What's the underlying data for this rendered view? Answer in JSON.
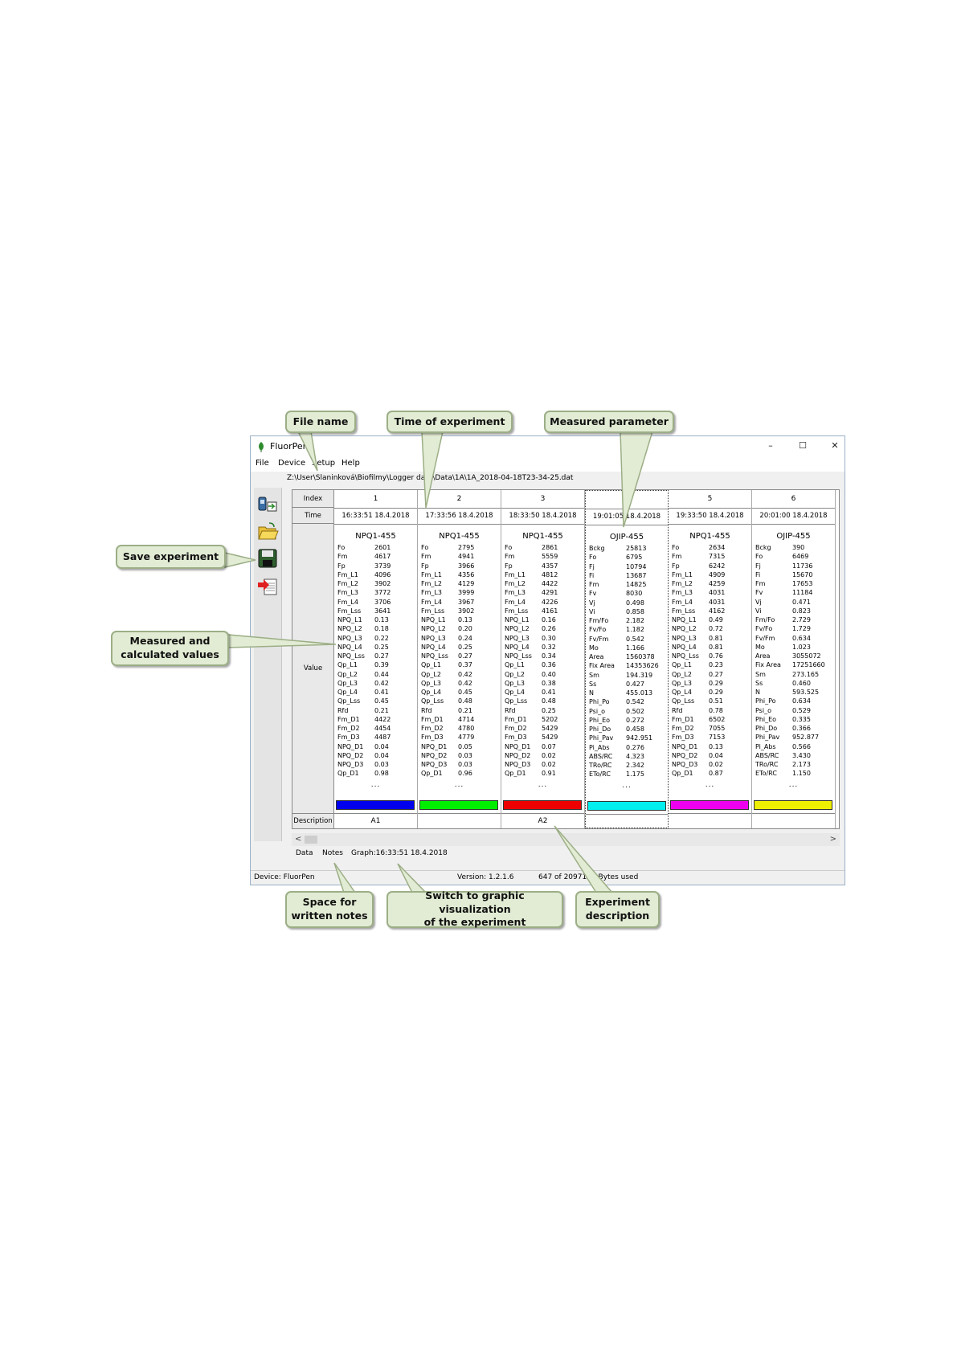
{
  "window": {
    "title": "FluorPen",
    "controls": {
      "minimize": "–",
      "maximize": "☐",
      "close": "✕"
    },
    "menu": [
      "File",
      "Device",
      "Setup",
      "Help"
    ],
    "file_path": "Z:\\User\\Slaninková\\Biofilmy\\Logger data\\Data\\1A\\1A_2018-04-18T23-34-25.dat"
  },
  "toolbar": {
    "icons": [
      "download-device-icon",
      "open-folder-icon",
      "save-disk-icon",
      "export-icon"
    ]
  },
  "grid": {
    "row_headers": {
      "index": "Index",
      "time": "Time",
      "value": "Value",
      "description": "Description"
    },
    "ellipsis": "...",
    "columns": [
      {
        "index": "1",
        "time": "16:33:51   18.4.2018",
        "protocol": "NPQ1-455",
        "color": "#0000ee",
        "description": "A1",
        "params": [
          [
            "Fo",
            "2601"
          ],
          [
            "Fm",
            "4617"
          ],
          [
            "Fp",
            "3739"
          ],
          [
            "Fm_L1",
            "4096"
          ],
          [
            "Fm_L2",
            "3902"
          ],
          [
            "Fm_L3",
            "3772"
          ],
          [
            "Fm_L4",
            "3706"
          ],
          [
            "Fm_Lss",
            "3641"
          ],
          [
            "NPQ_L1",
            "0.13"
          ],
          [
            "NPQ_L2",
            "0.18"
          ],
          [
            "NPQ_L3",
            "0.22"
          ],
          [
            "NPQ_L4",
            "0.25"
          ],
          [
            "NPQ_Lss",
            "0.27"
          ],
          [
            "Qp_L1",
            "0.39"
          ],
          [
            "Qp_L2",
            "0.44"
          ],
          [
            "Qp_L3",
            "0.42"
          ],
          [
            "Qp_L4",
            "0.41"
          ],
          [
            "Qp_Lss",
            "0.45"
          ],
          [
            "Rfd",
            "0.21"
          ],
          [
            "Fm_D1",
            "4422"
          ],
          [
            "Fm_D2",
            "4454"
          ],
          [
            "Fm_D3",
            "4487"
          ],
          [
            "NPQ_D1",
            "0.04"
          ],
          [
            "NPQ_D2",
            "0.04"
          ],
          [
            "NPQ_D3",
            "0.03"
          ],
          [
            "Qp_D1",
            "0.98"
          ]
        ]
      },
      {
        "index": "2",
        "time": "17:33:56   18.4.2018",
        "protocol": "NPQ1-455",
        "color": "#00ee00",
        "description": "",
        "params": [
          [
            "Fo",
            "2795"
          ],
          [
            "Fm",
            "4941"
          ],
          [
            "Fp",
            "3966"
          ],
          [
            "Fm_L1",
            "4356"
          ],
          [
            "Fm_L2",
            "4129"
          ],
          [
            "Fm_L3",
            "3999"
          ],
          [
            "Fm_L4",
            "3967"
          ],
          [
            "Fm_Lss",
            "3902"
          ],
          [
            "NPQ_L1",
            "0.13"
          ],
          [
            "NPQ_L2",
            "0.20"
          ],
          [
            "NPQ_L3",
            "0.24"
          ],
          [
            "NPQ_L4",
            "0.25"
          ],
          [
            "NPQ_Lss",
            "0.27"
          ],
          [
            "Qp_L1",
            "0.37"
          ],
          [
            "Qp_L2",
            "0.42"
          ],
          [
            "Qp_L3",
            "0.42"
          ],
          [
            "Qp_L4",
            "0.45"
          ],
          [
            "Qp_Lss",
            "0.48"
          ],
          [
            "Rfd",
            "0.21"
          ],
          [
            "Fm_D1",
            "4714"
          ],
          [
            "Fm_D2",
            "4780"
          ],
          [
            "Fm_D3",
            "4779"
          ],
          [
            "NPQ_D1",
            "0.05"
          ],
          [
            "NPQ_D2",
            "0.03"
          ],
          [
            "NPQ_D3",
            "0.03"
          ],
          [
            "Qp_D1",
            "0.96"
          ]
        ]
      },
      {
        "index": "3",
        "time": "18:33:50   18.4.2018",
        "protocol": "NPQ1-455",
        "color": "#ee0000",
        "description": "A2",
        "params": [
          [
            "Fo",
            "2861"
          ],
          [
            "Fm",
            "5559"
          ],
          [
            "Fp",
            "4357"
          ],
          [
            "Fm_L1",
            "4812"
          ],
          [
            "Fm_L2",
            "4422"
          ],
          [
            "Fm_L3",
            "4291"
          ],
          [
            "Fm_L4",
            "4226"
          ],
          [
            "Fm_Lss",
            "4161"
          ],
          [
            "NPQ_L1",
            "0.16"
          ],
          [
            "NPQ_L2",
            "0.26"
          ],
          [
            "NPQ_L3",
            "0.30"
          ],
          [
            "NPQ_L4",
            "0.32"
          ],
          [
            "NPQ_Lss",
            "0.34"
          ],
          [
            "Qp_L1",
            "0.36"
          ],
          [
            "Qp_L2",
            "0.40"
          ],
          [
            "Qp_L3",
            "0.38"
          ],
          [
            "Qp_L4",
            "0.41"
          ],
          [
            "Qp_Lss",
            "0.48"
          ],
          [
            "Rfd",
            "0.25"
          ],
          [
            "Fm_D1",
            "5202"
          ],
          [
            "Fm_D2",
            "5429"
          ],
          [
            "Fm_D3",
            "5429"
          ],
          [
            "NPQ_D1",
            "0.07"
          ],
          [
            "NPQ_D2",
            "0.02"
          ],
          [
            "NPQ_D3",
            "0.02"
          ],
          [
            "Qp_D1",
            "0.91"
          ]
        ]
      },
      {
        "index": "4",
        "time": "19:01:05   18.4.2018",
        "protocol": "OJIP-455",
        "color": "#00eeee",
        "description": "",
        "params": [
          [
            "Bckg",
            "25813"
          ],
          [
            "Fo",
            "6795"
          ],
          [
            "Fj",
            "10794"
          ],
          [
            "Fi",
            "13687"
          ],
          [
            "Fm",
            "14825"
          ],
          [
            "Fv",
            "8030"
          ],
          [
            "Vj",
            "0.498"
          ],
          [
            "Vi",
            "0.858"
          ],
          [
            "Fm/Fo",
            "2.182"
          ],
          [
            "Fv/Fo",
            "1.182"
          ],
          [
            "Fv/Fm",
            "0.542"
          ],
          [
            "Mo",
            "1.166"
          ],
          [
            "Area",
            "1560378"
          ],
          [
            "Fix Area",
            "14353626"
          ],
          [
            "Sm",
            "194.319"
          ],
          [
            "Ss",
            "0.427"
          ],
          [
            "N",
            "455.013"
          ],
          [
            "Phi_Po",
            "0.542"
          ],
          [
            "Psi_o",
            "0.502"
          ],
          [
            "Phi_Eo",
            "0.272"
          ],
          [
            "Phi_Do",
            "0.458"
          ],
          [
            "Phi_Pav",
            "942.951"
          ],
          [
            "Pi_Abs",
            "0.276"
          ],
          [
            "ABS/RC",
            "4.323"
          ],
          [
            "TRo/RC",
            "2.342"
          ],
          [
            "ETo/RC",
            "1.175"
          ]
        ]
      },
      {
        "index": "5",
        "time": "19:33:50   18.4.2018",
        "protocol": "NPQ1-455",
        "color": "#ee00ee",
        "description": "",
        "params": [
          [
            "Fo",
            "2634"
          ],
          [
            "Fm",
            "7315"
          ],
          [
            "Fp",
            "6242"
          ],
          [
            "Fm_L1",
            "4909"
          ],
          [
            "Fm_L2",
            "4259"
          ],
          [
            "Fm_L3",
            "4031"
          ],
          [
            "Fm_L4",
            "4031"
          ],
          [
            "Fm_Lss",
            "4162"
          ],
          [
            "NPQ_L1",
            "0.49"
          ],
          [
            "NPQ_L2",
            "0.72"
          ],
          [
            "NPQ_L3",
            "0.81"
          ],
          [
            "NPQ_L4",
            "0.81"
          ],
          [
            "NPQ_Lss",
            "0.76"
          ],
          [
            "Qp_L1",
            "0.23"
          ],
          [
            "Qp_L2",
            "0.27"
          ],
          [
            "Qp_L3",
            "0.29"
          ],
          [
            "Qp_L4",
            "0.29"
          ],
          [
            "Qp_Lss",
            "0.51"
          ],
          [
            "Rfd",
            "0.78"
          ],
          [
            "Fm_D1",
            "6502"
          ],
          [
            "Fm_D2",
            "7055"
          ],
          [
            "Fm_D3",
            "7153"
          ],
          [
            "NPQ_D1",
            "0.13"
          ],
          [
            "NPQ_D2",
            "0.04"
          ],
          [
            "NPQ_D3",
            "0.02"
          ],
          [
            "Qp_D1",
            "0.87"
          ]
        ]
      },
      {
        "index": "6",
        "time": "20:01:00   18.4.2018",
        "protocol": "OJIP-455",
        "color": "#eeee00",
        "description": "",
        "params": [
          [
            "Bckg",
            "390"
          ],
          [
            "Fo",
            "6469"
          ],
          [
            "Fj",
            "11736"
          ],
          [
            "Fi",
            "15670"
          ],
          [
            "Fm",
            "17653"
          ],
          [
            "Fv",
            "11184"
          ],
          [
            "Vj",
            "0.471"
          ],
          [
            "Vi",
            "0.823"
          ],
          [
            "Fm/Fo",
            "2.729"
          ],
          [
            "Fv/Fo",
            "1.729"
          ],
          [
            "Fv/Fm",
            "0.634"
          ],
          [
            "Mo",
            "1.023"
          ],
          [
            "Area",
            "3055072"
          ],
          [
            "Fix Area",
            "17251660"
          ],
          [
            "Sm",
            "273.165"
          ],
          [
            "Ss",
            "0.460"
          ],
          [
            "N",
            "593.525"
          ],
          [
            "Phi_Po",
            "0.634"
          ],
          [
            "Psi_o",
            "0.529"
          ],
          [
            "Phi_Eo",
            "0.335"
          ],
          [
            "Phi_Do",
            "0.366"
          ],
          [
            "Phi_Pav",
            "952.877"
          ],
          [
            "Pi_Abs",
            "0.566"
          ],
          [
            "ABS/RC",
            "3.430"
          ],
          [
            "TRo/RC",
            "2.173"
          ],
          [
            "ETo/RC",
            "1.150"
          ]
        ]
      }
    ]
  },
  "scrollbar": {
    "left": "<",
    "right": ">"
  },
  "tabs": [
    "Data",
    "Notes",
    "Graph:16:33:51   18.4.2018"
  ],
  "statusbar": {
    "device": "Device: FluorPen",
    "version": "Version: 1.2.1.6",
    "memory": "647 of 2097152 Bytes used"
  },
  "callouts": {
    "file_name": "File name",
    "time_of_experiment": "Time of experiment",
    "measured_parameter": "Measured parameter",
    "save_experiment": "Save experiment",
    "measured_values_1": "Measured and",
    "measured_values_2": "calculated values",
    "notes_1": "Space for",
    "notes_2": "written notes",
    "graph_1": "Switch to graphic visualization",
    "graph_2": "of the experiment",
    "desc_1": "Experiment",
    "desc_2": "description"
  }
}
